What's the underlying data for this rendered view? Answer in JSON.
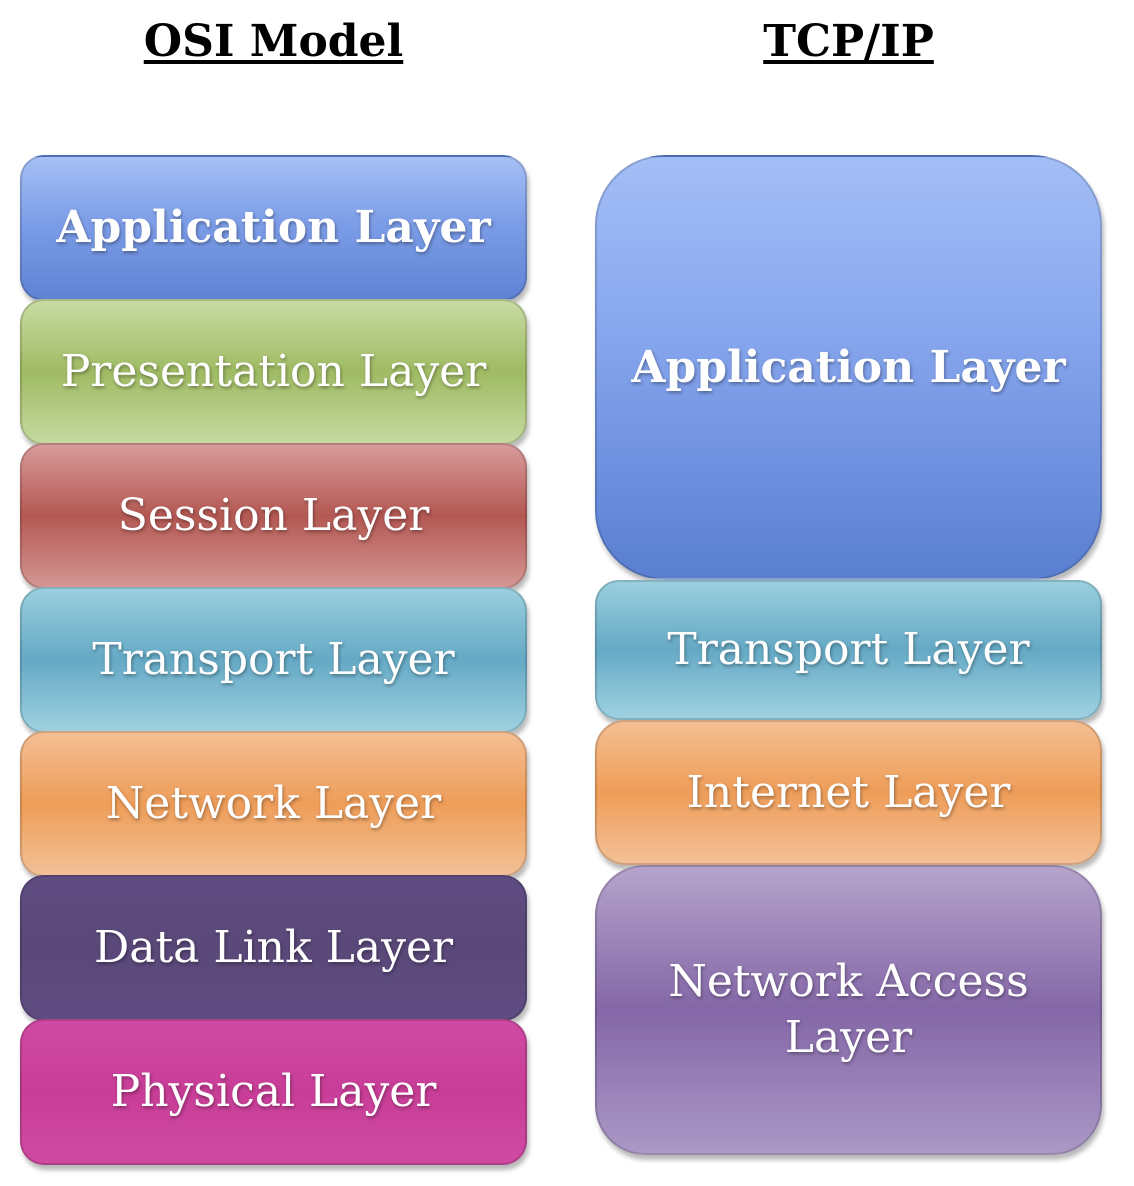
{
  "osi": {
    "title": "OSI Model",
    "layers": [
      {
        "label": "Application Layer"
      },
      {
        "label": "Presentation Layer"
      },
      {
        "label": "Session Layer"
      },
      {
        "label": "Transport Layer"
      },
      {
        "label": "Network Layer"
      },
      {
        "label": "Data Link Layer"
      },
      {
        "label": "Physical Layer"
      }
    ]
  },
  "tcpip": {
    "title": "TCP/IP",
    "layers": [
      {
        "label": "Application Layer"
      },
      {
        "label": "Transport Layer"
      },
      {
        "label": "Internet Layer"
      },
      {
        "label": "Network Access Layer"
      }
    ]
  },
  "colors": {
    "application": "#7d9ee8",
    "presentation": "#9fbb63",
    "session": "#b45853",
    "transport": "#65a9c5",
    "network": "#ee9d58",
    "data_link": "#5a4879",
    "physical": "#c83d97",
    "network_access": "#8467a7"
  }
}
